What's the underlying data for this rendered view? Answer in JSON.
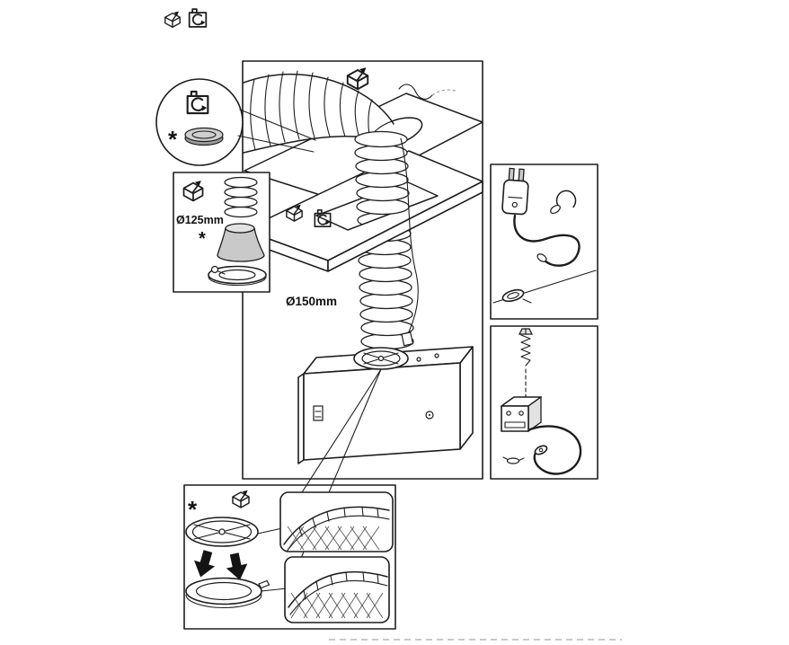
{
  "diagram": {
    "labels": {
      "main_duct_diameter": "Ø150mm",
      "adapter_duct_diameter": "Ø125mm",
      "marker_recirculation_filter": "*",
      "marker_adapter": "*",
      "marker_damper": "*"
    },
    "icons": {
      "exhaust_mode": "house-with-exhaust-arrow",
      "recirculation_mode": "house-with-recirculation-arrow"
    },
    "colors": {
      "line": "#1d1d1d",
      "metal_gray": "#c9c9c9",
      "panel_background": "#ffffff"
    }
  }
}
